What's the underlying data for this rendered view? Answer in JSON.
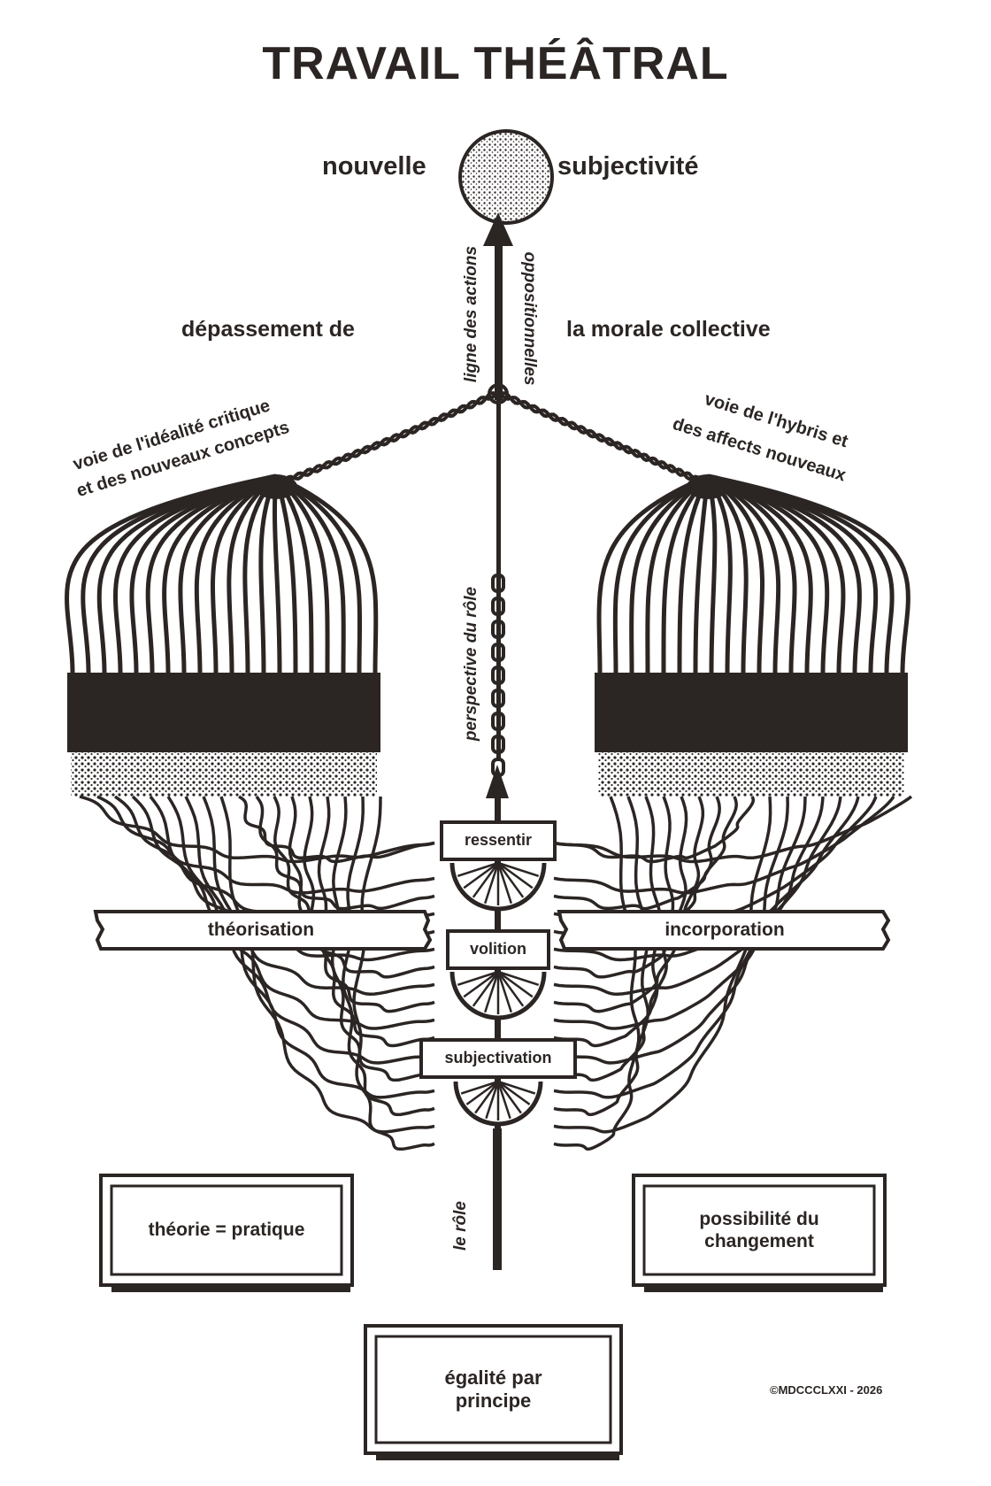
{
  "title": "TRAVAIL THÉÂTRAL",
  "goal": {
    "left": "nouvelle",
    "right": "subjectivité"
  },
  "overcoming": {
    "left": "dépassement de",
    "right": "la morale collective"
  },
  "axis": {
    "upper_left": "ligne des actions",
    "upper_right": "oppositionnelles",
    "middle": "perspective du rôle",
    "bottom": "le rôle"
  },
  "paths": {
    "left": {
      "line1": "voie de l'idéalité critique",
      "line2": "et des nouveaux concepts"
    },
    "right": {
      "line1": "voie de l'hybris et",
      "line2": "des affects nouveaux"
    }
  },
  "stages": [
    "ressentir",
    "volition",
    "subjectivation"
  ],
  "banners": {
    "left": "théorisation",
    "right": "incorporation"
  },
  "principles": {
    "left": "théorie = pratique",
    "right_line1": "possibilité du",
    "right_line2": "changement",
    "bottom_line1": "égalité par",
    "bottom_line2": "principe"
  },
  "copyright": "©MDCCCLXXI - 2026",
  "colors": {
    "ink": "#2b2523",
    "paper": "#ffffff"
  }
}
